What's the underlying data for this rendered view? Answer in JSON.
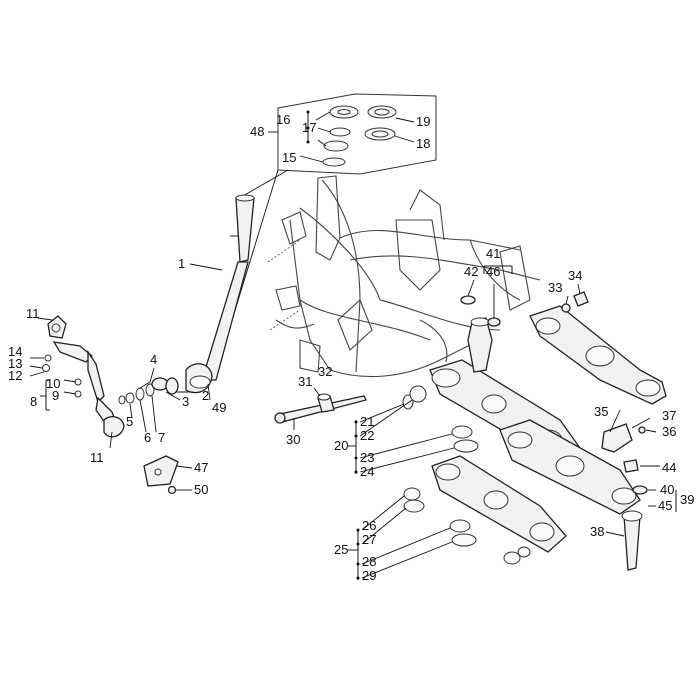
{
  "labels": {
    "l1": "1",
    "l2": "2",
    "l3": "3",
    "l4": "4",
    "l5": "5",
    "l6": "6",
    "l7": "7",
    "l8": "8",
    "l9": "9",
    "l10": "10",
    "l11a": "11",
    "l11b": "11",
    "l12": "12",
    "l13": "13",
    "l14": "14",
    "l15": "15",
    "l16": "16",
    "l17": "17",
    "l18": "18",
    "l19": "19",
    "l20": "20",
    "l21": "21",
    "l22": "22",
    "l23": "23",
    "l24": "24",
    "l25": "25",
    "l26": "26",
    "l27": "27",
    "l28": "28",
    "l29": "29",
    "l30": "30",
    "l31": "31",
    "l32": "32",
    "l33": "33",
    "l34": "34",
    "l35": "35",
    "l36": "36",
    "l37": "37",
    "l38": "38",
    "l39": "39",
    "l40": "40",
    "l41": "41",
    "l42": "42",
    "l44": "44",
    "l45": "45",
    "l46": "46",
    "l47": "47",
    "l48": "48",
    "l49": "49",
    "l50": "50"
  }
}
